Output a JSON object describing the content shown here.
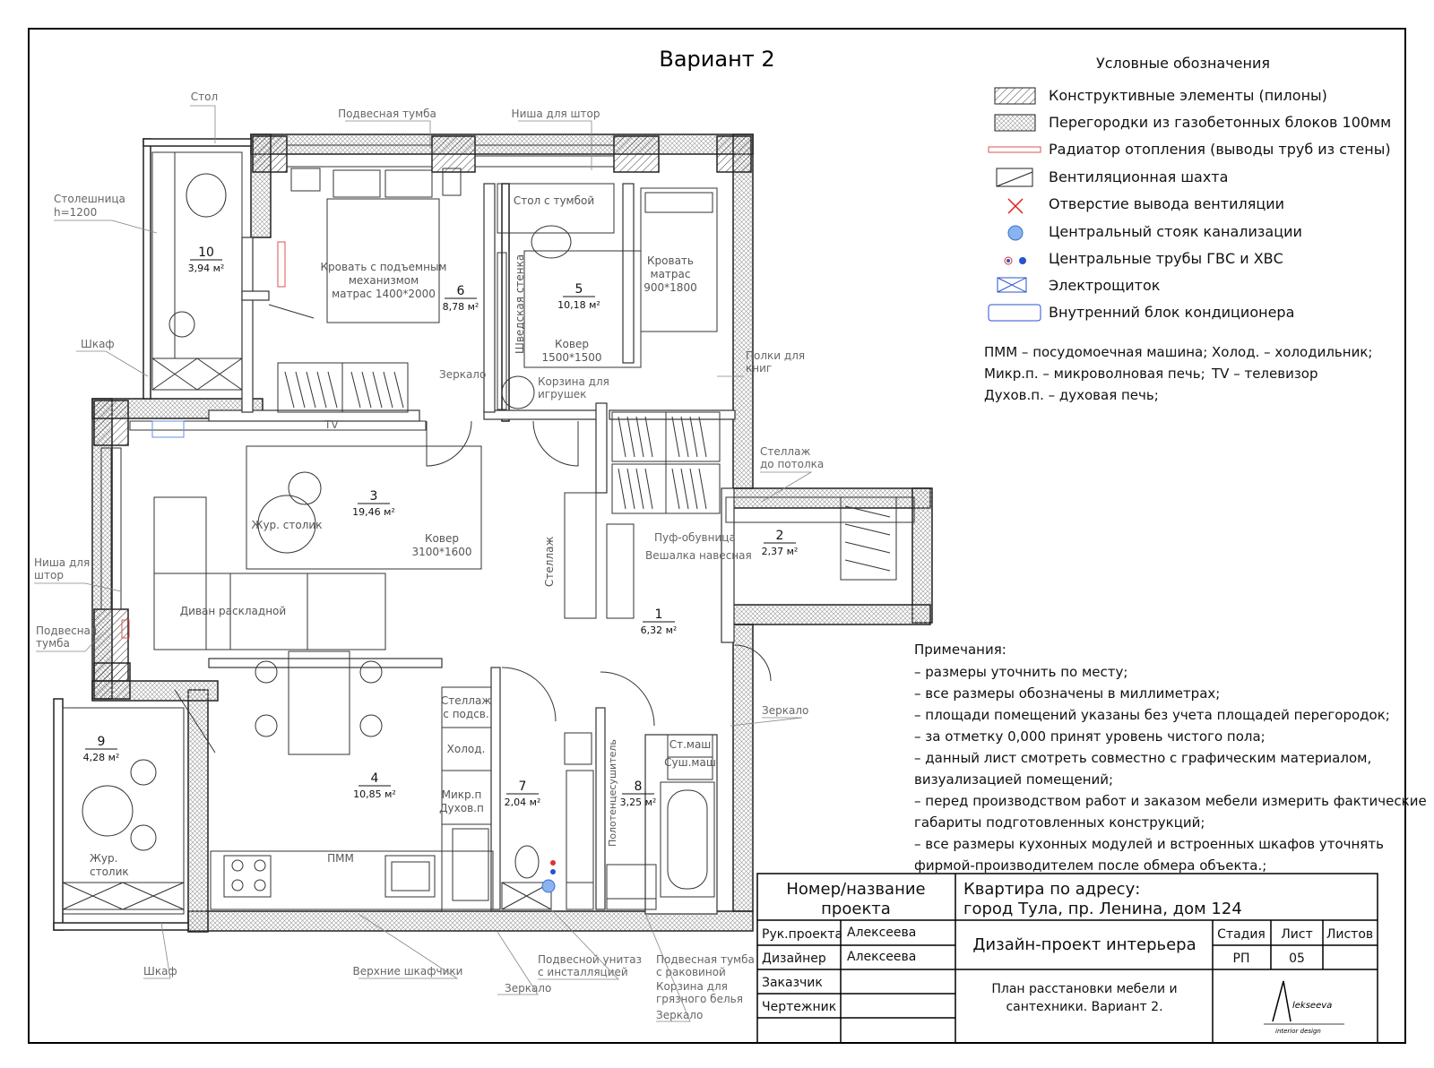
{
  "drawing": {
    "title": "Вариант 2"
  },
  "legend": {
    "heading": "Условные обозначения",
    "items": [
      {
        "symbol": "pylon",
        "text": "Конструктивные элементы (пилоны)"
      },
      {
        "symbol": "partition",
        "text": "Перегородки из газобетонных блоков 100мм"
      },
      {
        "symbol": "radiator",
        "text": "Радиатор отопления (выводы труб из стены)"
      },
      {
        "symbol": "vent-shaft",
        "text": "Вентиляционная шахта"
      },
      {
        "symbol": "vent-hole",
        "text": "Отверстие вывода вентиляции"
      },
      {
        "symbol": "sewer-riser",
        "text": "Центральный стояк канализации"
      },
      {
        "symbol": "water-pipes",
        "text": "Центральные трубы ГВС и ХВС"
      },
      {
        "symbol": "electrical-panel",
        "text": "Электрощиток"
      },
      {
        "symbol": "ac-unit",
        "text": "Внутренний блок кондиционера"
      }
    ],
    "colors": {
      "radiator": "#e05050",
      "vent": "#e02020",
      "riser": "#8ab4f0",
      "riser_stroke": "#3a6fd0",
      "pipe_red": "#e03030",
      "pipe_blue": "#2a50d0"
    }
  },
  "abbreviations": {
    "left": [
      "ПММ – посудомоечная машина;",
      "Микр.п. – микроволновая печь;",
      "Духов.п. – духовая печь;"
    ],
    "right": [
      "Холод. – холодильник;",
      "TV – телевизор"
    ]
  },
  "notes": {
    "heading": "Примечания:",
    "lines": [
      "– размеры уточнить по месту;",
      "– все размеры обозначены в миллиметрах;",
      "– площади помещений указаны без учета площадей перегородок;",
      "– за отметку 0,000 принят уровень чистого пола;",
      "– данный лист смотреть совместно с графическим материалом,",
      "визуализацией помещений;",
      "– перед производством работ и заказом мебели измерить фактические",
      "габариты подготовленных конструкций;",
      "– все размеры кухонных модулей и встроенных шкафов уточнять",
      "фирмой-производителем после обмера объекта.;"
    ]
  },
  "rooms": [
    {
      "no": "1",
      "area": "6,32 м²"
    },
    {
      "no": "2",
      "area": "2,37 м²"
    },
    {
      "no": "3",
      "area": "19,46 м²"
    },
    {
      "no": "4",
      "area": "10,85 м²"
    },
    {
      "no": "5",
      "area": "10,18 м²"
    },
    {
      "no": "6",
      "area": "8,78 м²"
    },
    {
      "no": "7",
      "area": "2,04 м²"
    },
    {
      "no": "8",
      "area": "3,25 м²"
    },
    {
      "no": "9",
      "area": "4,28 м²"
    },
    {
      "no": "10",
      "area": "3,94 м²"
    }
  ],
  "labels": {
    "stol": "Стол",
    "podvesnaya_tumba_top": "Подвесная тумба",
    "nisha_top": "Ниша для штор",
    "stoleshnitsa": "Столешница",
    "h1200": "h=1200",
    "shkaf_left": "Шкаф",
    "bed_big_1": "Кровать с подъемным",
    "bed_big_2": "механизмом",
    "bed_big_3": "матрас 1400*2000",
    "stol_tumba": "Стол с тумбой",
    "bed_small_1": "Кровать",
    "bed_small_2": "матрас",
    "bed_small_3": "900*1800",
    "shved": "Шведская стенка",
    "kover5_1": "Ковер",
    "kover5_2": "1500*1500",
    "polki_1": "Полки для",
    "polki_2": "книг",
    "zerkalo_mid": "Зеркало",
    "korzina_1": "Корзина для",
    "korzina_2": "игрушек",
    "tv": "TV",
    "stellazh_1": "Стеллаж",
    "stellazh_2": "до потолка",
    "zhur_stolik": "Жур. столик",
    "kover3_1": "Ковер",
    "kover3_2": "3100*1600",
    "stellazh_v": "Стеллаж",
    "puf": "Пуф-обувница",
    "veshalka": "Вешалка навесная",
    "nisha_left_1": "Ниша для",
    "nisha_left_2": "штор",
    "divan": "Диван раскладной",
    "podv_left_1": "Подвесная",
    "podv_left_2": "тумба",
    "zerkalo_right": "Зеркало",
    "stellazh_podsv_1": "Стеллаж",
    "stellazh_podsv_2": "с подсв.",
    "holod": "Холод.",
    "mikr": "Микр.п",
    "duhov": "Духов.п",
    "st_mash": "Ст.маш",
    "sush_mash": "Суш.маш",
    "polotentse": "Полотенцесушитель",
    "pmm": "ПММ",
    "zhur9_1": "Жур.",
    "zhur9_2": "столик",
    "shkaf_bottom": "Шкаф",
    "verhnie": "Верхние шкафчики",
    "unitaz_1": "Подвесной унитаз",
    "unitaz_2": "с инсталляцией",
    "zerkalo_7": "Зеркало",
    "rakovina_1": "Подвесная тумба",
    "rakovina_2": "с раковиной",
    "korzina8_1": "Корзина для",
    "korzina8_2": "грязного белья",
    "zerkalo_8": "Зеркало"
  },
  "title_block": {
    "project_name_label_1": "Номер/название",
    "project_name_label_2": "проекта",
    "address_1": "Квартира по адресу:",
    "address_2": "город Тула, пр. Ленина, дом 124",
    "rows": [
      {
        "role": "Рук.проекта",
        "name": "Алексеева"
      },
      {
        "role": "Дизайнер",
        "name": "Алексеева"
      },
      {
        "role": "Заказчик",
        "name": ""
      },
      {
        "role": "Чертежник",
        "name": ""
      }
    ],
    "project_type": "Дизайн-проект интерьера",
    "sheet_title_1": "План расстановки мебели и",
    "sheet_title_2": "сантехники. Вариант 2.",
    "stage_label": "Стадия",
    "sheet_label": "Лист",
    "sheets_label": "Листов",
    "stage": "РП",
    "sheet": "05",
    "sheets": "",
    "logo_text": "lekseeva",
    "logo_sub": "interior design"
  }
}
